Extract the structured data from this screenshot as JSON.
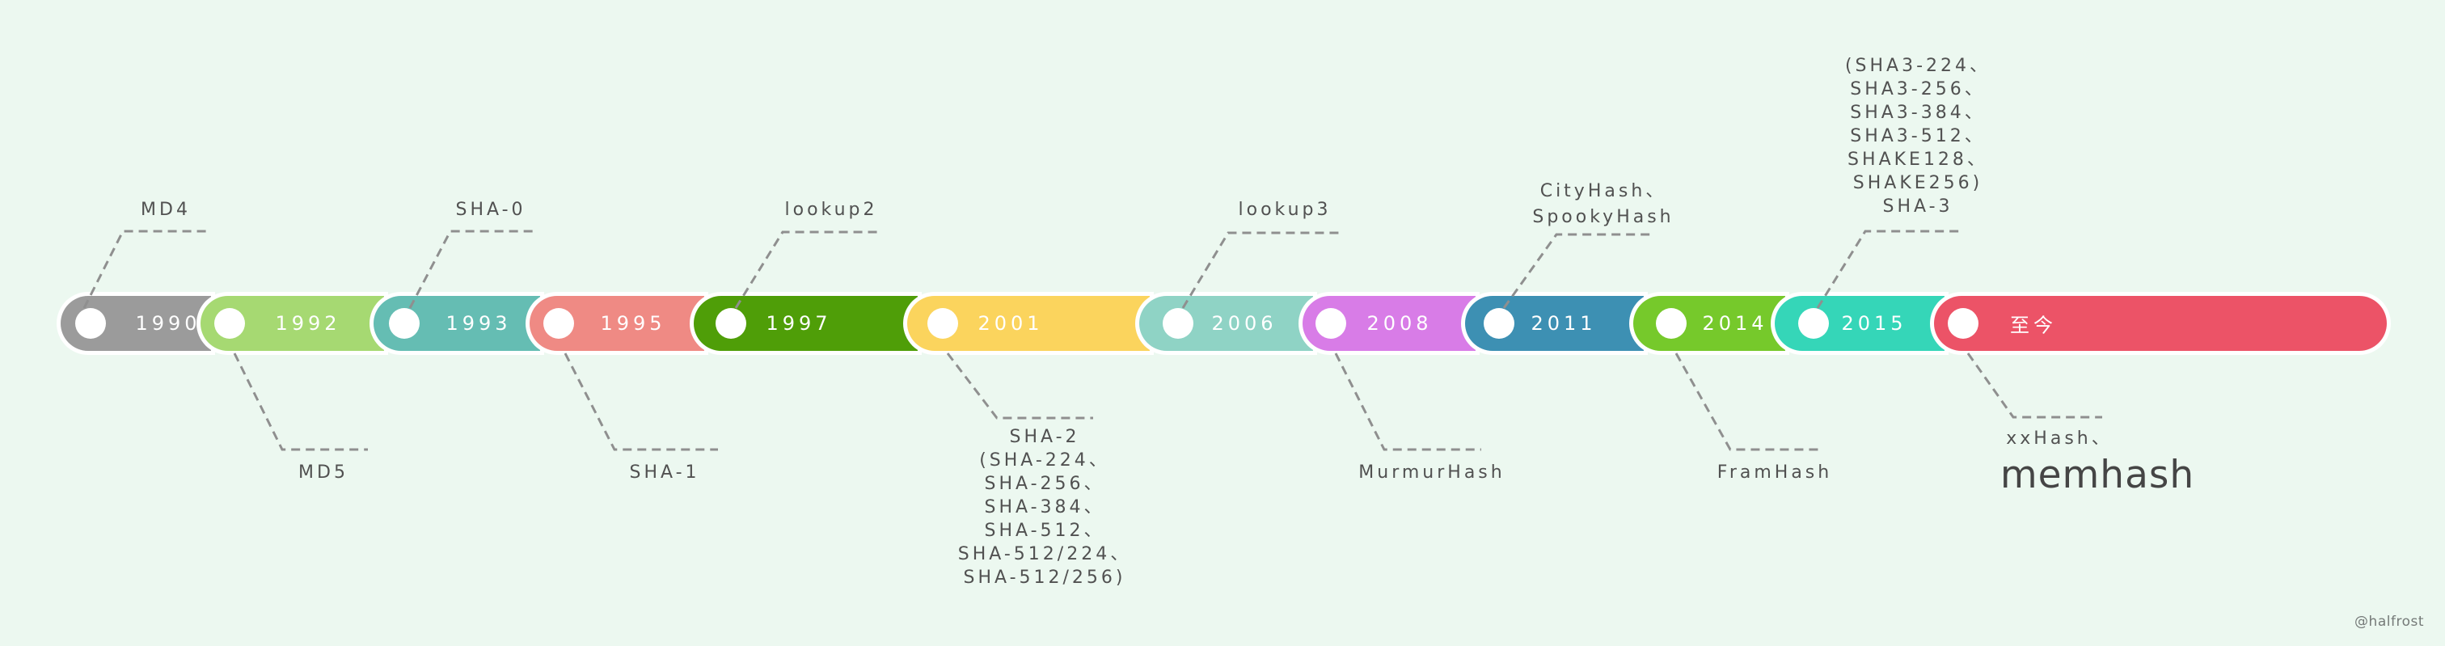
{
  "canvas": {
    "background_color": "#ecf8f0",
    "watermark": "@halfrost"
  },
  "timeline": {
    "outline_color": "#ffffff",
    "connector_color": "#8f8f8f",
    "label_color": "#515151",
    "events": [
      {
        "year": "1990",
        "color": "#9b9b9b",
        "side": "above",
        "label_lines": [
          "MD4"
        ]
      },
      {
        "year": "1992",
        "color": "#a6d972",
        "side": "below",
        "label_lines": [
          "MD5"
        ]
      },
      {
        "year": "1993",
        "color": "#65bdb3",
        "side": "above",
        "label_lines": [
          "SHA-0"
        ]
      },
      {
        "year": "1995",
        "color": "#ef8a84",
        "side": "below",
        "label_lines": [
          "SHA-1"
        ]
      },
      {
        "year": "1997",
        "color": "#4f9e08",
        "side": "above",
        "label_lines": [
          "lookup2"
        ]
      },
      {
        "year": "2001",
        "color": "#fbd45d",
        "side": "below",
        "label_lines": [
          "SHA-2",
          "(SHA-224、",
          "SHA-256、",
          "SHA-384、",
          "SHA-512、",
          "SHA-512/224、",
          "SHA-512/256)"
        ]
      },
      {
        "year": "2006",
        "color": "#8fd3c5",
        "side": "above",
        "label_lines": [
          "lookup3"
        ]
      },
      {
        "year": "2008",
        "color": "#d87ce7",
        "side": "below",
        "label_lines": [
          "MurmurHash"
        ]
      },
      {
        "year": "2011",
        "color": "#3d90b3",
        "side": "above",
        "label_lines": [
          "CityHash、",
          "SpookyHash"
        ]
      },
      {
        "year": "2014",
        "color": "#76c92b",
        "side": "below",
        "label_lines": [
          "FramHash"
        ]
      },
      {
        "year": "2015",
        "color": "#35d6b8",
        "side": "above",
        "label_lines": [
          "(SHA3-224、",
          "SHA3-256、",
          "SHA3-384、",
          "SHA3-512、",
          "SHAKE128、",
          "SHAKE256)",
          "SHA-3"
        ]
      },
      {
        "year": "至今",
        "color": "#ec5367",
        "side": "below",
        "label_lines": [
          "xxHash、"
        ],
        "label_big": "memhash"
      }
    ]
  }
}
